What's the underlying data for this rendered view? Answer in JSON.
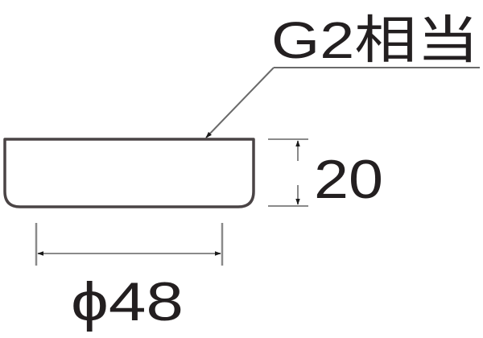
{
  "diagram": {
    "type": "dimension-drawing",
    "part": "cap",
    "labels": {
      "thread": "G2相当",
      "height": "20",
      "diameter": "ϕ48"
    },
    "dimensions": {
      "thread_spec": "G2相当",
      "height_mm": 20,
      "diameter_mm": 48
    },
    "colors": {
      "outline": "#4a4445",
      "text": "#231f20",
      "dimension_line": "#8a8a8a",
      "arrow": "#1a1a1a",
      "background": "#ffffff"
    }
  }
}
